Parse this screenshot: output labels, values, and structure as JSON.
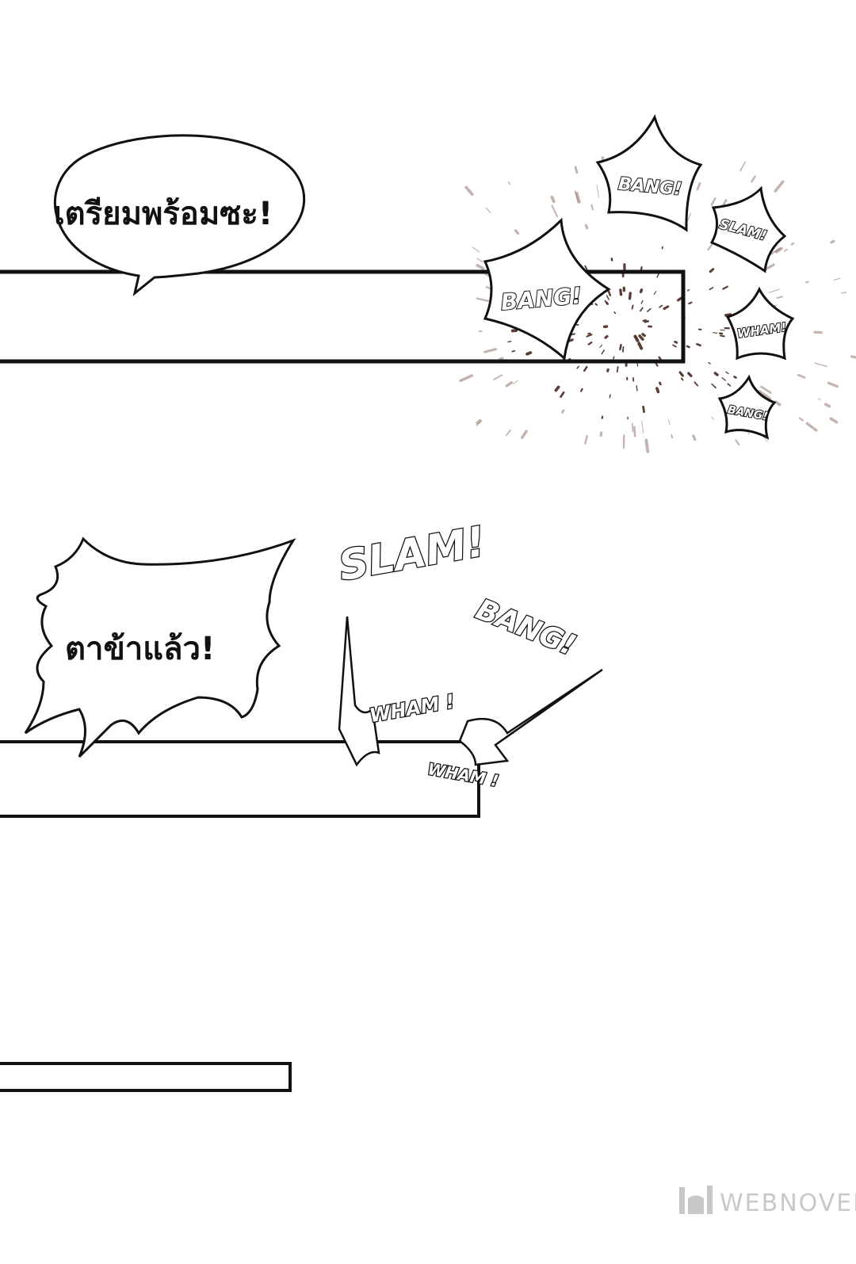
{
  "panel1": {
    "speech_text": "เตรียมพร้อมซะ!",
    "sfx": [
      "BANG!",
      "BANG!",
      "SLAM!",
      "WHAM!",
      "BANG!"
    ]
  },
  "panel2": {
    "speech_text": "ตาข้าแล้ว!",
    "sfx": [
      "SLAM!",
      "BANG!",
      "WHAM !",
      "WHAM !"
    ]
  },
  "watermark": {
    "brand": "WEBNOVEL"
  },
  "colors": {
    "ink": "#111111",
    "debris": "#4a2a22",
    "watermark": "#c8c8c8"
  }
}
